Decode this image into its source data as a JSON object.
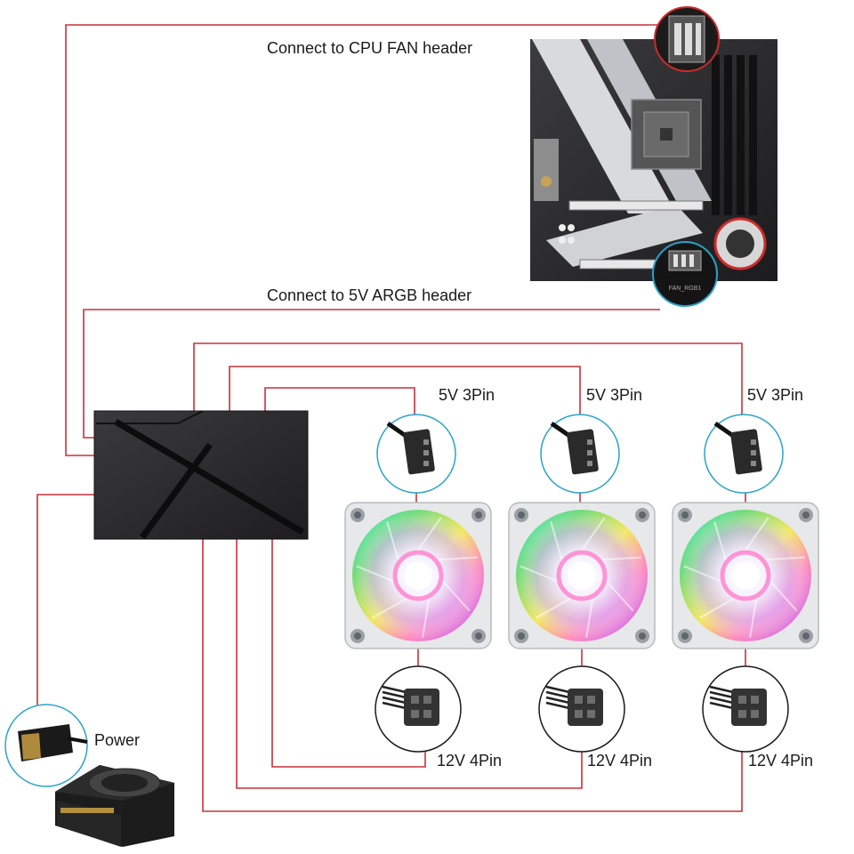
{
  "labels": {
    "cpu_fan": "Connect to CPU FAN header",
    "argb": "Connect to 5V ARGB header",
    "power": "Power",
    "argb_pin": "5V 3Pin",
    "pwm_pin": "12V 4Pin"
  },
  "fans": [
    {
      "argb_label": "5V 3Pin",
      "pwm_label": "12V 4Pin"
    },
    {
      "argb_label": "5V 3Pin",
      "pwm_label": "12V 4Pin"
    },
    {
      "argb_label": "5V 3Pin",
      "pwm_label": "12V 4Pin"
    }
  ],
  "colors": {
    "wire": "#c8303a",
    "callout": "#2aa3c9",
    "hub": "#2b2b2d",
    "fan_frame": "#e6e8ea"
  }
}
